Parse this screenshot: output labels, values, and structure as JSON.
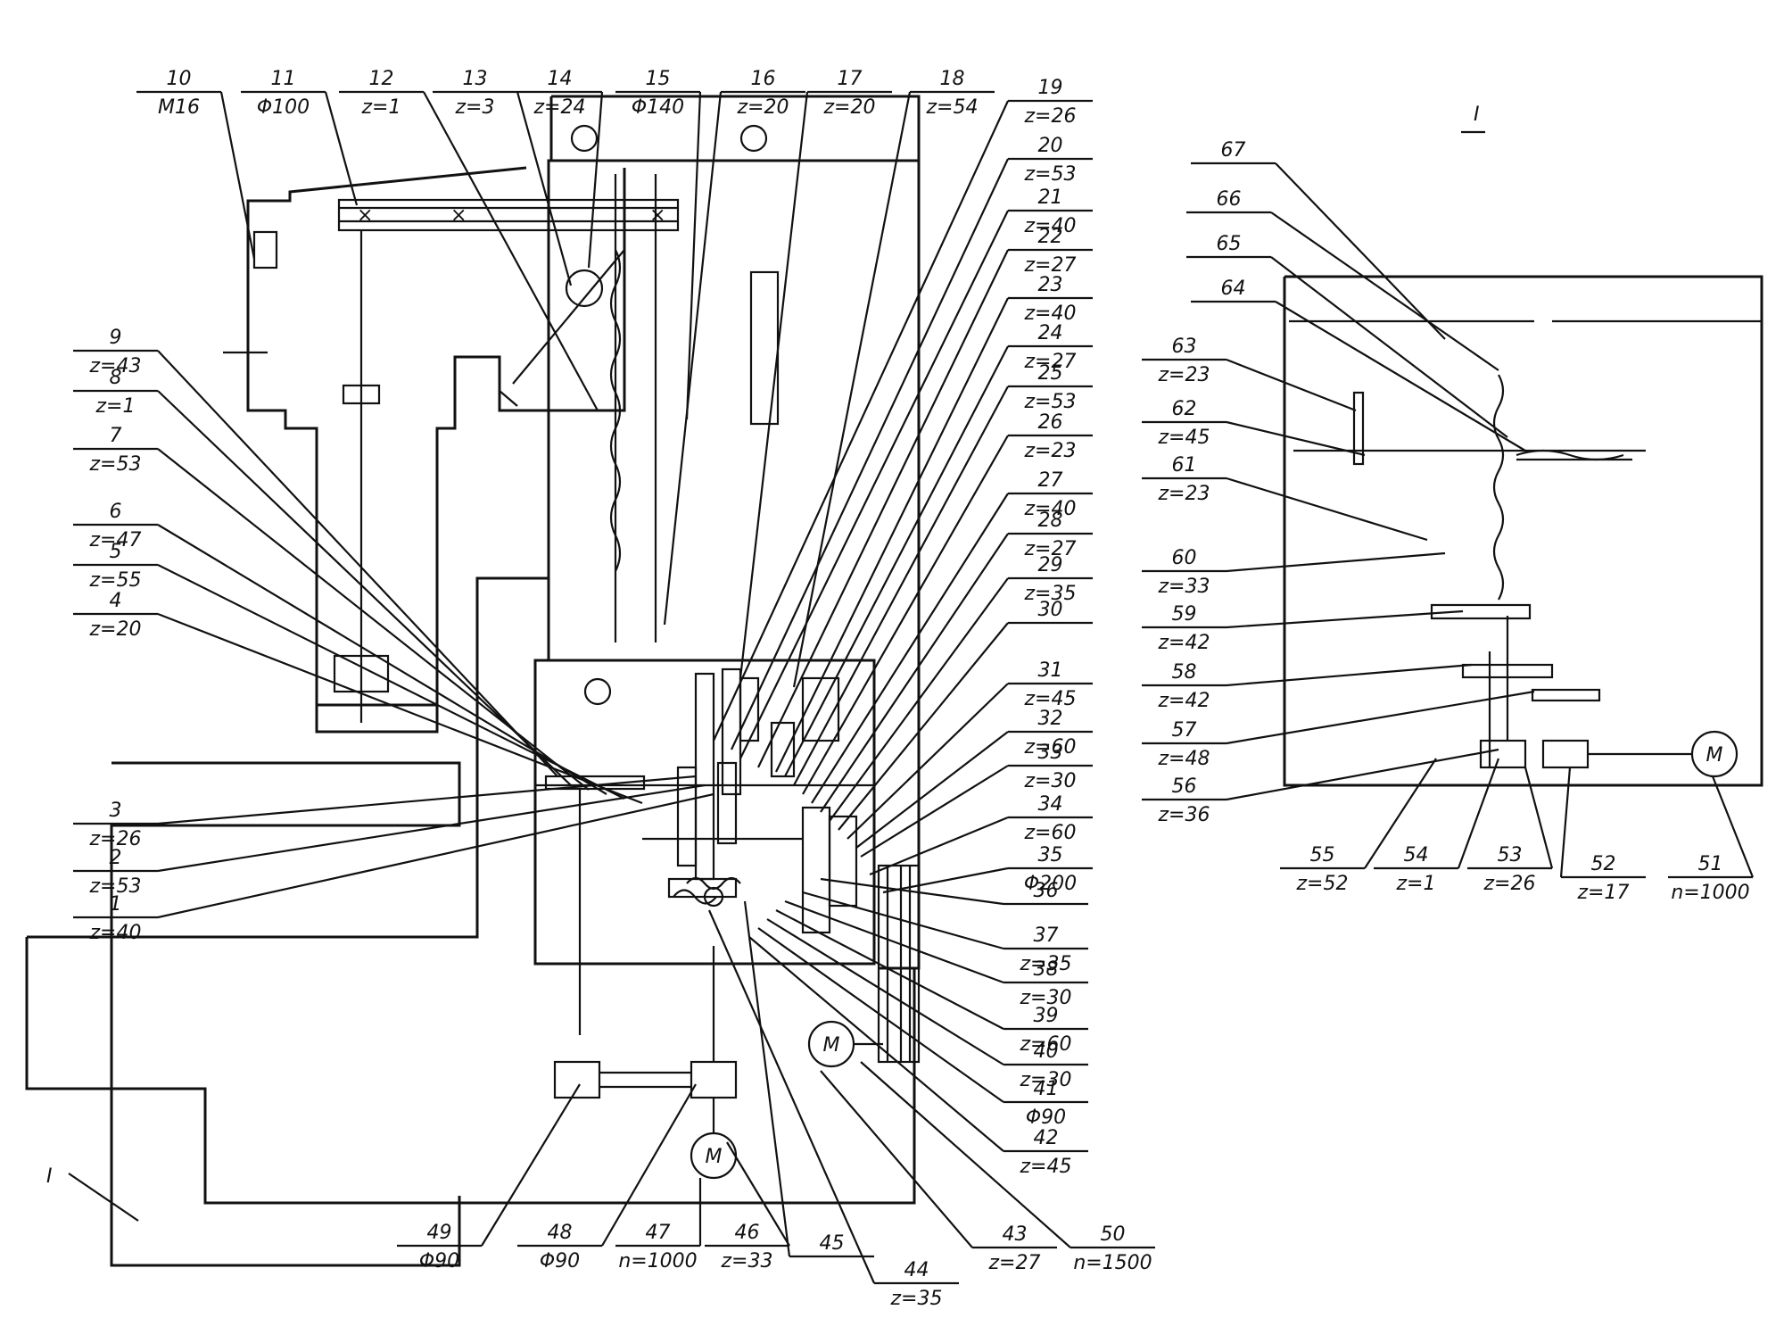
{
  "title": "Kinematic scheme of milling machine",
  "section_marks": {
    "main_view": "I",
    "detail_view": "I"
  },
  "motor_symbol": "M",
  "labels": [
    {
      "id": "1",
      "spec": "z=40"
    },
    {
      "id": "2",
      "spec": "z=53"
    },
    {
      "id": "3",
      "spec": "z=26"
    },
    {
      "id": "4",
      "spec": "z=20"
    },
    {
      "id": "5",
      "spec": "z=55"
    },
    {
      "id": "6",
      "spec": "z=47"
    },
    {
      "id": "7",
      "spec": "z=53"
    },
    {
      "id": "8",
      "spec": "z=1"
    },
    {
      "id": "9",
      "spec": "z=43"
    },
    {
      "id": "10",
      "spec": "M16"
    },
    {
      "id": "11",
      "spec": "Φ100"
    },
    {
      "id": "12",
      "spec": "z=1"
    },
    {
      "id": "13",
      "spec": "z=3"
    },
    {
      "id": "14",
      "spec": "z=24"
    },
    {
      "id": "15",
      "spec": "Φ140"
    },
    {
      "id": "16",
      "spec": "z=20"
    },
    {
      "id": "17",
      "spec": "z=20"
    },
    {
      "id": "18",
      "spec": "z=54"
    },
    {
      "id": "19",
      "spec": "z=26"
    },
    {
      "id": "20",
      "spec": "z=53"
    },
    {
      "id": "21",
      "spec": "z=40"
    },
    {
      "id": "22",
      "spec": "z=27"
    },
    {
      "id": "23",
      "spec": "z=40"
    },
    {
      "id": "24",
      "spec": "z=27"
    },
    {
      "id": "25",
      "spec": "z=53"
    },
    {
      "id": "26",
      "spec": "z=23"
    },
    {
      "id": "27",
      "spec": "z=40"
    },
    {
      "id": "28",
      "spec": "z=27"
    },
    {
      "id": "29",
      "spec": "z=35"
    },
    {
      "id": "30",
      "spec": ""
    },
    {
      "id": "31",
      "spec": "z=45"
    },
    {
      "id": "32",
      "spec": "z=60"
    },
    {
      "id": "33",
      "spec": "z=30"
    },
    {
      "id": "34",
      "spec": "z=60"
    },
    {
      "id": "35",
      "spec": "Φ200"
    },
    {
      "id": "36",
      "spec": ""
    },
    {
      "id": "37",
      "spec": "z=35"
    },
    {
      "id": "38",
      "spec": "z=30"
    },
    {
      "id": "39",
      "spec": "z=60"
    },
    {
      "id": "40",
      "spec": "z=30"
    },
    {
      "id": "41",
      "spec": "Φ90"
    },
    {
      "id": "42",
      "spec": "z=45"
    },
    {
      "id": "43",
      "spec": "z=27"
    },
    {
      "id": "44",
      "spec": "z=35"
    },
    {
      "id": "45",
      "spec": ""
    },
    {
      "id": "46",
      "spec": "z=33"
    },
    {
      "id": "47",
      "spec": "n=1000"
    },
    {
      "id": "48",
      "spec": "Φ90"
    },
    {
      "id": "49",
      "spec": "Φ90"
    },
    {
      "id": "50",
      "spec": "n=1500"
    },
    {
      "id": "51",
      "spec": "n=1000"
    },
    {
      "id": "52",
      "spec": "z=17"
    },
    {
      "id": "53",
      "spec": "z=26"
    },
    {
      "id": "54",
      "spec": "z=1"
    },
    {
      "id": "55",
      "spec": "z=52"
    },
    {
      "id": "56",
      "spec": "z=36"
    },
    {
      "id": "57",
      "spec": "z=48"
    },
    {
      "id": "58",
      "spec": "z=42"
    },
    {
      "id": "59",
      "spec": "z=42"
    },
    {
      "id": "60",
      "spec": "z=33"
    },
    {
      "id": "61",
      "spec": "z=23"
    },
    {
      "id": "62",
      "spec": "z=45"
    },
    {
      "id": "63",
      "spec": "z=23"
    },
    {
      "id": "64",
      "spec": ""
    },
    {
      "id": "65",
      "spec": ""
    },
    {
      "id": "66",
      "spec": ""
    },
    {
      "id": "67",
      "spec": ""
    }
  ]
}
